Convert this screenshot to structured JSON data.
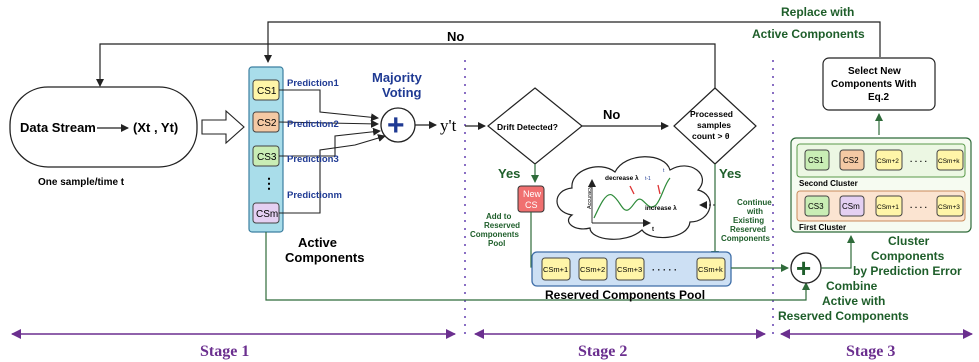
{
  "colors": {
    "blue_text": "#1f3a93",
    "green_text": "#1e5e2a",
    "stage_purple": "#6b2f8f",
    "active_panel": "#a9ddea",
    "cs_yellow": "#fff5a8",
    "cs_orange": "#f4c9a4",
    "cs_green": "#c9edb5",
    "cs_purple": "#e4d0f2",
    "new_cs_red": "#f07070",
    "pool_blue": "#cde0f4",
    "cluster_green": "#ecf7e3",
    "cluster_orange": "#fbe4d1"
  },
  "stage1": {
    "data_stream": "Data Stream",
    "sample_tuple": "(Xt , Yt)",
    "sample_caption": "One sample/time t",
    "active_components": [
      "CS1",
      "CS2",
      "CS3",
      "CSm"
    ],
    "ellipsis": "⋮",
    "predictions": [
      "Prediction1",
      "Prediction2",
      "Prediction3",
      "Predictionm"
    ],
    "majority_voting": [
      "Majority",
      "Voting"
    ],
    "plus": "+",
    "output": "y't",
    "active_label": [
      "Active",
      "Components"
    ],
    "stage_label": "Stage 1"
  },
  "stage2": {
    "drift_detected": "Drift Detected?",
    "no": "No",
    "yes": "Yes",
    "processed": [
      "Processed",
      "samples",
      "count > θ"
    ],
    "new_cs": [
      "New",
      "CS"
    ],
    "add_to_pool": [
      "Add to",
      "Reserved",
      "Components",
      "Pool"
    ],
    "continue_with": [
      "Continue",
      "with",
      "Existing",
      "Reserved",
      "Components"
    ],
    "cloud": {
      "decrease": "decrease λ",
      "increase": "increase λ",
      "accuracy": "Accuracy",
      "t_axis": "t",
      "t_prime": "t",
      "t_minus": "t-1"
    },
    "reserved_components": [
      "CSm+1",
      "CSm+2",
      "CSm+3",
      "· · · · ·",
      "CSm+k"
    ],
    "reserved_pool_label": "Reserved Components Pool",
    "stage_label": "Stage 2"
  },
  "stage3": {
    "replace_with": [
      "Replace with",
      "Active Components"
    ],
    "select_new": [
      "Select New",
      "Components With",
      "Eq.2"
    ],
    "second_cluster": [
      "CS1",
      "CS2",
      "CSm+2",
      "· · · ·",
      "CSm+k"
    ],
    "second_cluster_label": "Second Cluster",
    "first_cluster": [
      "CS3",
      "CSm",
      "CSm+1",
      "· · · ·",
      "CSm+3"
    ],
    "first_cluster_label": "First Cluster",
    "cluster_by_error": [
      "Cluster",
      "Components",
      "by Prediction Error"
    ],
    "combine": [
      "Combine",
      "Active with",
      "Reserved Components"
    ],
    "plus": "+",
    "stage_label": "Stage 3"
  }
}
